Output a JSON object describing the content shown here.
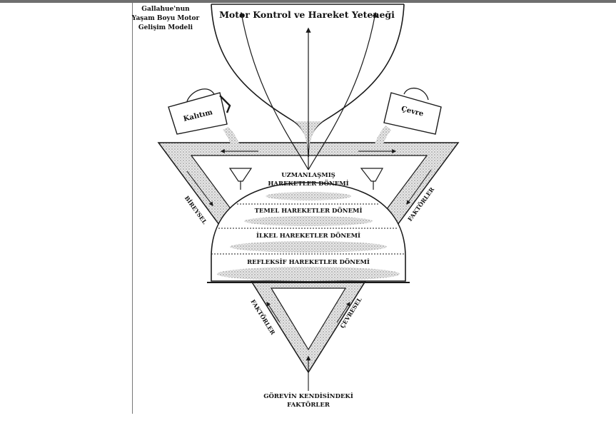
{
  "model_title": [
    "Gallahue'nun",
    "Yaşam Boyu Motor",
    "Gelişim Modeli"
  ],
  "top_label": "Motor Kontrol ve Hareket Yeteneği",
  "left_box": "Kalıtım",
  "right_box": "Çevre",
  "phases": {
    "specialized": [
      "UZMANLAŞMIŞ",
      "HAREKETLER DÖNEMİ"
    ],
    "fundamental": "TEMEL HAREKETLER DÖNEMİ",
    "rudimentary": "İLKEL HAREKETLER DÖNEMİ",
    "reflexive": "REFLEKSİF HAREKETLER DÖNEMİ"
  },
  "side_labels": {
    "left_top": "BİREYSEL",
    "right_top": "FAKTÖRLER",
    "left_bottom": "FAKTÖRLER",
    "right_bottom": "ÇEVRESEL"
  },
  "bottom_label": [
    "GÖREVİN KENDİSİNDEKİ",
    "FAKTÖRLER"
  ],
  "colors": {
    "line": "#1a1a1a",
    "stipple": "#bdbdbd",
    "frame": "#6f6f6f"
  }
}
